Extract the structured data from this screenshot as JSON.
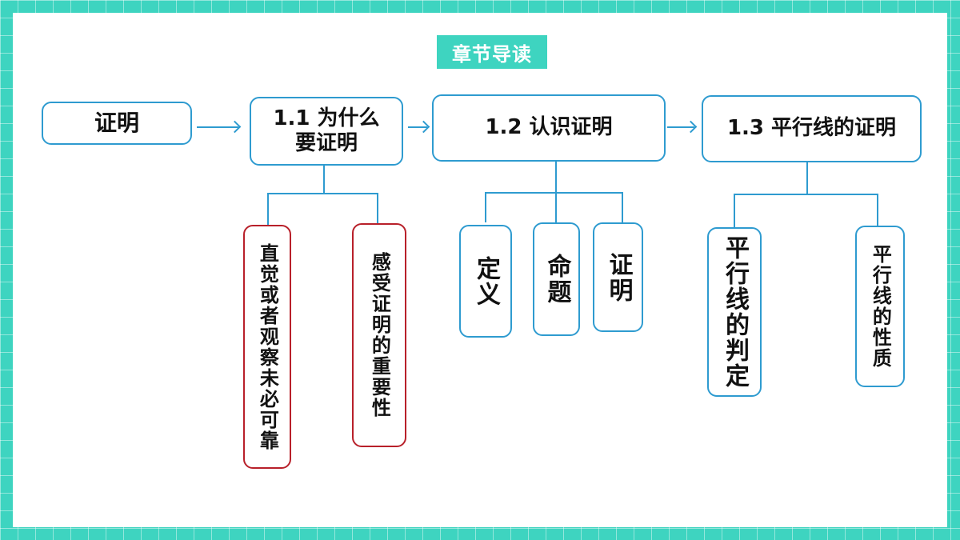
{
  "title": "章节导读",
  "colors": {
    "accent": "#3ed4c0",
    "line": "#2e9bd0",
    "red_border": "#b8202a"
  },
  "nodes": {
    "root": "证明",
    "s1": "1.1 为什么要证明",
    "s2": "1.2 认识证明",
    "s3": "1.3 平行线的证明",
    "s1_children": [
      "直觉或者观察未必可靠",
      "感受证明的重要性"
    ],
    "s2_children": [
      "定义",
      "命题",
      "证明"
    ],
    "s3_children": [
      "平行线的判定",
      "平行线的性质"
    ]
  }
}
